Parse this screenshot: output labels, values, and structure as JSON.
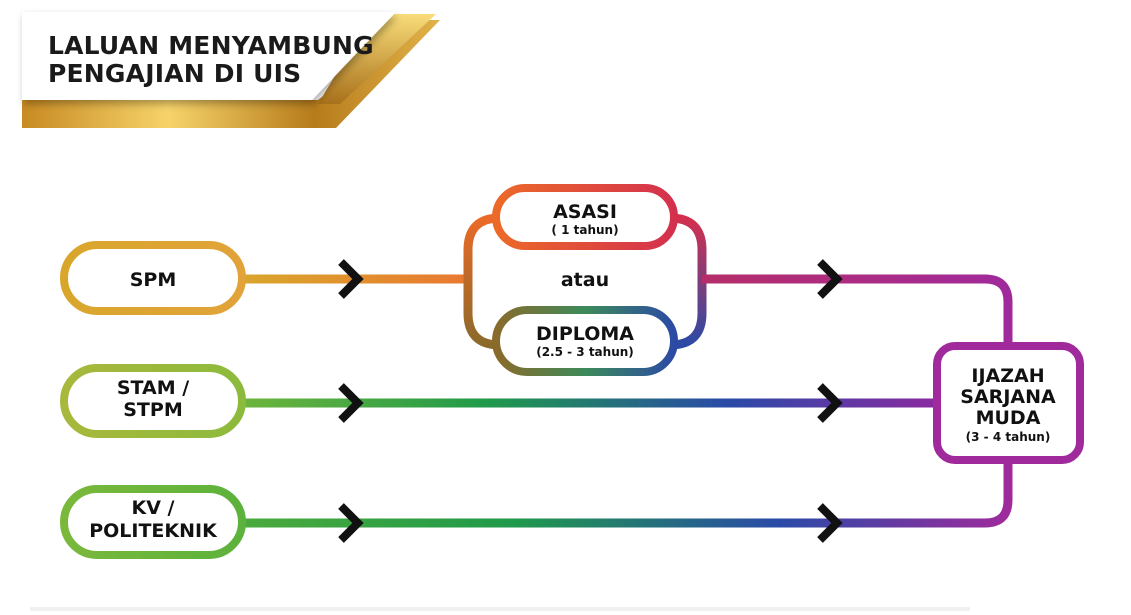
{
  "header": {
    "title_line1": "LALUAN MENYAMBUNG",
    "title_line2": "PENGAJIAN DI UIS"
  },
  "nodes": {
    "spm": {
      "label": "SPM"
    },
    "stam": {
      "line1": "STAM /",
      "line2": "STPM"
    },
    "kv": {
      "line1": "KV /",
      "line2": "POLITEKNIK"
    },
    "asasi": {
      "label": "ASASI",
      "duration": "( 1 tahun)"
    },
    "atau": {
      "label": "atau"
    },
    "diploma": {
      "label": "DIPLOMA",
      "duration": "(2.5 - 3 tahun)"
    },
    "ijazah": {
      "line1": "IJAZAH",
      "line2": "SARJANA",
      "line3": "MUDA",
      "duration": "(3 - 4 tahun)"
    }
  },
  "colors": {
    "gold": "#d9a62c",
    "orange": "#ee6a2a",
    "olive": "#9aa83a",
    "green": "#1f9a4a",
    "blue": "#2a4aa8",
    "purple": "#a02a9c",
    "dark_arrow": "#111111"
  }
}
